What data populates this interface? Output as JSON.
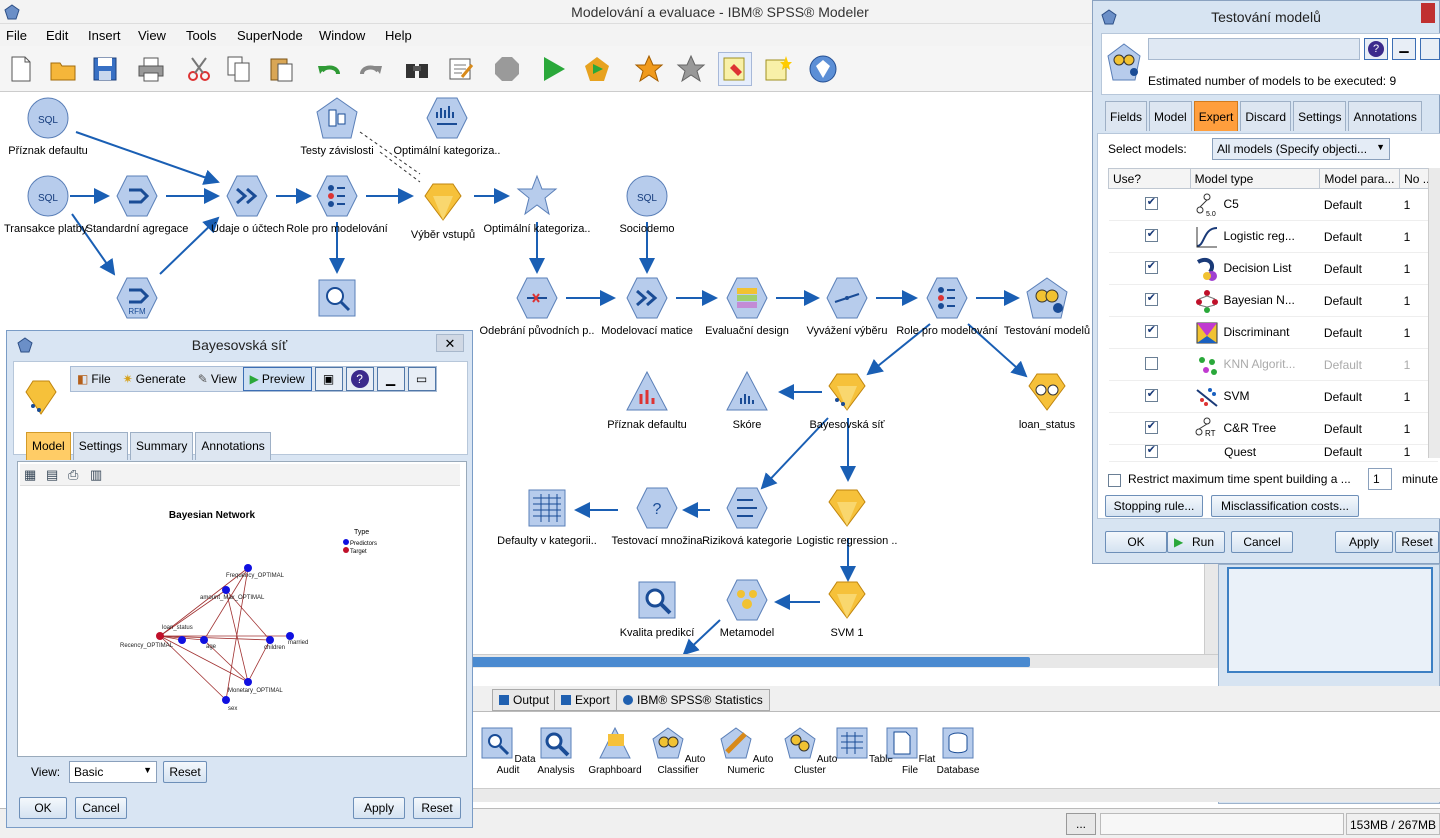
{
  "window": {
    "title": "Modelování a evaluace - IBM® SPSS® Modeler"
  },
  "menu": [
    "File",
    "Edit",
    "Insert",
    "View",
    "Tools",
    "SuperNode",
    "Window",
    "Help"
  ],
  "canvas": {
    "nodes": {
      "priznak_defaultu_src": "Příznak defaultu",
      "transakce": "Transakce platby",
      "standard_agreg": "Standardní agregace",
      "udaje_ucet": "Údaje o účtech",
      "role1": "Role pro modelování",
      "testy": "Testy závislosti",
      "optimal1": "Optimální kategoriza..",
      "vyber": "Výběr vstupů",
      "optimal2": "Optimální kategoriza..",
      "sociodemo": "Sociodemo",
      "odebrani": "Odebrání původních p..",
      "matice": "Modelovací matice",
      "evaluacni": "Evaluační design",
      "vyvazeni": "Vyvážení výběru",
      "role2": "Role pro modelování",
      "testovani": "Testování modelů",
      "priznak2": "Příznak defaultu",
      "skore": "Skóre",
      "bayes": "Bayesovská síť",
      "loan": "loan_status",
      "defaulty": "Defaulty v kategorii..",
      "testovaci": "Testovací množina",
      "rizikova": "Riziková kategorie",
      "logistic": "Logistic regression ..",
      "kvalita": "Kvalita predikcí",
      "metamodel": "Metamodel",
      "svm": "SVM 1",
      "rfm": "RFM"
    },
    "sql_label": "SQL"
  },
  "bottom": {
    "tabs": [
      "Output",
      "Export",
      "IBM® SPSS® Statistics"
    ],
    "palette": [
      "Data Audit",
      "Analysis",
      "Graphboard",
      "Auto Classifier",
      "Auto Numeric",
      "Auto Cluster",
      "Table",
      "Flat File",
      "Database"
    ]
  },
  "status": {
    "more": "...",
    "memory": "153MB / 267MB"
  },
  "bayes_dialog": {
    "title": "Bayesovská síť",
    "menus": [
      "File",
      "Generate",
      "View",
      "Preview"
    ],
    "tabs": [
      "Model",
      "Settings",
      "Summary",
      "Annotations"
    ],
    "chart_title": "Bayesian Network",
    "legend_title": "Type",
    "legend": [
      "Predictors",
      "Target"
    ],
    "net_nodes": [
      "Frequency_OPTIMAL",
      "amount_Max_OPTIMAL",
      "loan_status",
      "Recency_OPTIMAL",
      "age",
      "children",
      "married",
      "Monetary_OPTIMAL",
      "sex"
    ],
    "view_label": "View:",
    "view_value": "Basic",
    "reset": "Reset",
    "ok": "OK",
    "cancel": "Cancel",
    "apply": "Apply",
    "reset2": "Reset"
  },
  "test_dialog": {
    "title": "Testování modelů",
    "estimate": "Estimated number of models to be executed: 9",
    "tabs": [
      "Fields",
      "Model",
      "Expert",
      "Discard",
      "Settings",
      "Annotations"
    ],
    "select_label": "Select models:",
    "select_value": "All models (Specify objecti...",
    "columns": [
      "Use?",
      "Model type",
      "Model para...",
      "No ..."
    ],
    "rows": [
      {
        "name": "C5",
        "param": "Default",
        "no": "1",
        "checked": true
      },
      {
        "name": "Logistic reg...",
        "param": "Default",
        "no": "1",
        "checked": true
      },
      {
        "name": "Decision List",
        "param": "Default",
        "no": "1",
        "checked": true
      },
      {
        "name": "Bayesian N...",
        "param": "Default",
        "no": "1",
        "checked": true
      },
      {
        "name": "Discriminant",
        "param": "Default",
        "no": "1",
        "checked": true
      },
      {
        "name": "KNN Algorit...",
        "param": "Default",
        "no": "1",
        "checked": false
      },
      {
        "name": "SVM",
        "param": "Default",
        "no": "1",
        "checked": true
      },
      {
        "name": "C&R Tree",
        "param": "Default",
        "no": "1",
        "checked": true
      },
      {
        "name": "Quest",
        "param": "Default",
        "no": "1",
        "checked": true
      }
    ],
    "restrict": "Restrict maximum time spent building a ...",
    "restrict_value": "1",
    "minutes": "minute",
    "stopping": "Stopping rule...",
    "miscls": "Misclassification costs...",
    "ok": "OK",
    "run": "Run",
    "cancel": "Cancel",
    "apply": "Apply",
    "reset": "Reset"
  }
}
